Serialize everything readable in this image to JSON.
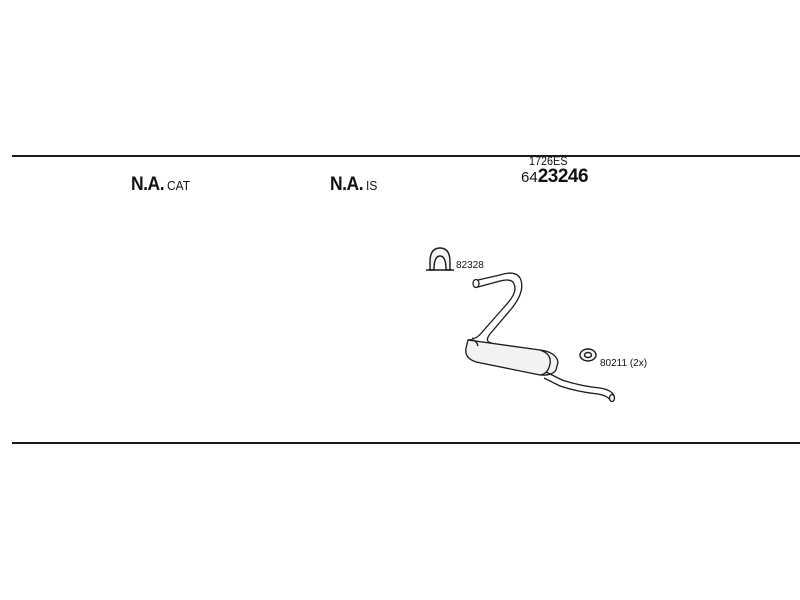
{
  "labels": {
    "catalyst": {
      "prefix": "N.A.",
      "suffix": "CAT"
    },
    "intermediate": {
      "prefix": "N.A.",
      "suffix": "IS"
    },
    "silencer": {
      "ref": "1726ES",
      "prefix": "64",
      "number": "23246"
    }
  },
  "parts": {
    "clamp": "82328",
    "rubber_mount": "80211 (2x)"
  },
  "colors": {
    "line": "#1a1a1a",
    "background": "#ffffff"
  }
}
